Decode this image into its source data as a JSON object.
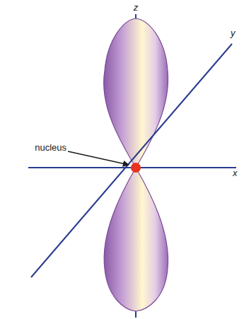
{
  "diagram": {
    "labels": [
      "z",
      "y",
      "x",
      "nucleus"
    ]
  }
}
